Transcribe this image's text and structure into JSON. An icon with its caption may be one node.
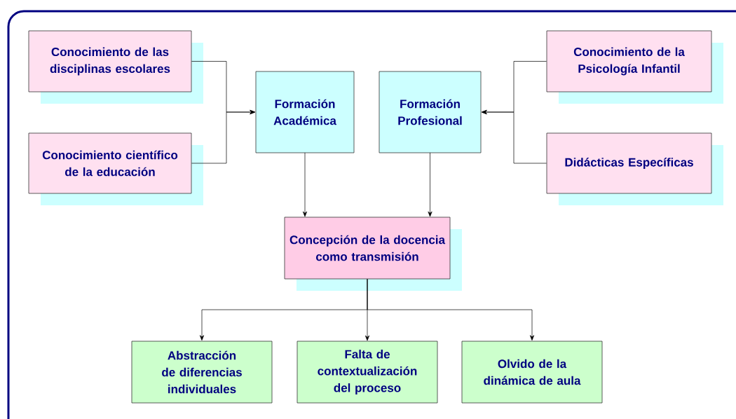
{
  "diagram": {
    "nodes": [
      {
        "text": [
          "Conocimiento de las disciplinas escolares"
        ]
      },
      {
        "text": [
          "Formación Académica"
        ]
      },
      {
        "text": [
          "Formación Profesional"
        ]
      },
      {
        "text": [
          "Conocimiento de la Psicología Infantil"
        ]
      },
      {
        "text": [
          "Conocimiento científico de la educación"
        ]
      },
      {
        "text": [
          "Didácticas Específicas"
        ]
      },
      {
        "text": [
          "Concepción de la docencia como transmisión"
        ]
      },
      {
        "text": [
          "Abstracción de diferencias individuales"
        ]
      },
      {
        "text": [
          "Falta de contextualización del proceso"
        ]
      },
      {
        "text": [
          "Olvido de la dinámica de aula"
        ]
      }
    ],
    "edges": [
      {
        "from": 0,
        "to": 1,
        "arrow": "to"
      },
      {
        "from": 4,
        "to": 1,
        "arrow": "to"
      },
      {
        "from": 3,
        "to": 2,
        "arrow": "to"
      },
      {
        "from": 5,
        "to": 2,
        "arrow": "to"
      },
      {
        "from": 1,
        "to": 6,
        "arrow": "to"
      },
      {
        "from": 2,
        "to": 6,
        "arrow": "to"
      },
      {
        "from": 6,
        "to": 7,
        "arrow": "to"
      },
      {
        "from": 6,
        "to": 8,
        "arrow": "to"
      },
      {
        "from": 6,
        "to": 9,
        "arrow": "to"
      }
    ]
  }
}
